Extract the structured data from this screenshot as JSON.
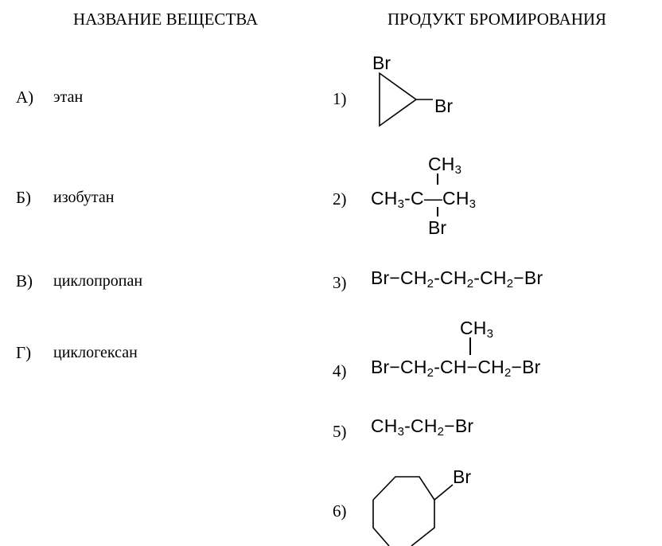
{
  "headers": {
    "left": "НАЗВАНИЕ ВЕЩЕСТВА",
    "right": "ПРОДУКТ БРОМИРОВАНИЯ"
  },
  "substances": [
    {
      "label": "А)",
      "name": "этан"
    },
    {
      "label": "Б)",
      "name": "изобутан"
    },
    {
      "label": "В)",
      "name": "циклопропан"
    },
    {
      "label": "Г)",
      "name": "циклогексан"
    }
  ],
  "products": [
    {
      "number": "1)",
      "br_top": "Br",
      "br_right": "Br"
    },
    {
      "number": "2)",
      "ch3_top": "CH",
      "ch3_top_sub": "3",
      "left": "CH",
      "left_sub": "3",
      "dash": "-",
      "center": "C",
      "right": "CH",
      "right_sub": "3",
      "br_bottom": "Br"
    },
    {
      "number": "3)",
      "p1": "Br−CH",
      "s1": "2",
      "p2": "-CH",
      "s2": "2",
      "p3": "-CH",
      "s3": "2",
      "p4": "−Br"
    },
    {
      "number": "4)",
      "ch3_top": "CH",
      "ch3_top_sub": "3",
      "p1": "Br−CH",
      "s1": "2",
      "p2": "-CH−CH",
      "s2": "2",
      "p3": "−Br"
    },
    {
      "number": "5)",
      "p1": "CH",
      "s1": "3",
      "p2": "-CH",
      "s2": "2",
      "p3": "−Br"
    },
    {
      "number": "6)",
      "br": "Br"
    }
  ]
}
